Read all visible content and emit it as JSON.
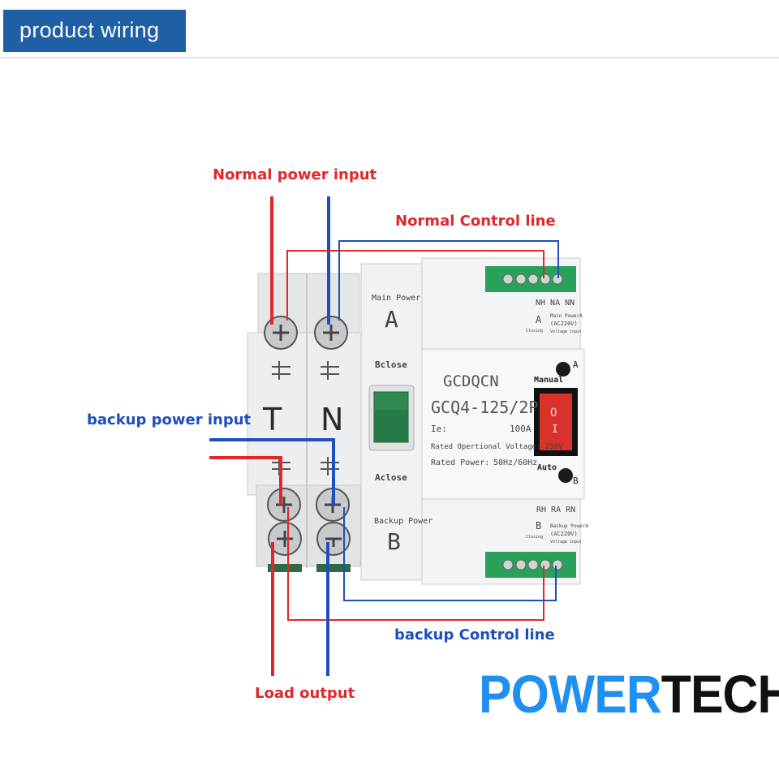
{
  "header": {
    "title": "product wiring"
  },
  "labels": {
    "normal_power_input": "Normal power input",
    "normal_control_line": "Normal Control line",
    "backup_power_input": "backup power input",
    "backup_control_line": "backup Control line",
    "load_output": "Load output"
  },
  "device": {
    "brand": "GCDQCN",
    "model": "GCQ4-125/2P",
    "ie_label": "Ie:",
    "ie_value": "100A",
    "rated_voltage": "Rated Opertional Voltage: 230V",
    "rated_power_label": "Rated Power:",
    "rated_power_value": "50Hz/60Hz",
    "main_power": "Main Power",
    "main_letter": "A",
    "backup_power": "Backup Power",
    "backup_letter": "B",
    "bclose": "Bclose",
    "aclose": "Aclose",
    "pole_t": "T",
    "pole_n": "N",
    "manual": "Manual",
    "auto": "Auto",
    "ind_a": "A",
    "ind_b": "B",
    "top_terminals": "NH NA NN",
    "top_side_letter": "A",
    "top_side_closing": "Closing",
    "top_side_l1": "Main PowerA",
    "top_side_l2": "(AC220V)",
    "top_side_l3": "Voltage input",
    "bottom_terminals": "RH RA RN",
    "bottom_side_letter": "B",
    "bottom_side_closing": "Closing",
    "bottom_side_l1": "Backup PowerA",
    "bottom_side_l2": "(AC220V)",
    "bottom_side_l3": "Voltage input",
    "switch_on": "O",
    "switch_off": "I"
  },
  "logo": {
    "part1": "POWER",
    "part2": "TECH"
  },
  "colors": {
    "header": "#1f5fa6",
    "red": "#e3262b",
    "blue": "#1d4fbd",
    "logo_blue": "#1f8ff0"
  }
}
